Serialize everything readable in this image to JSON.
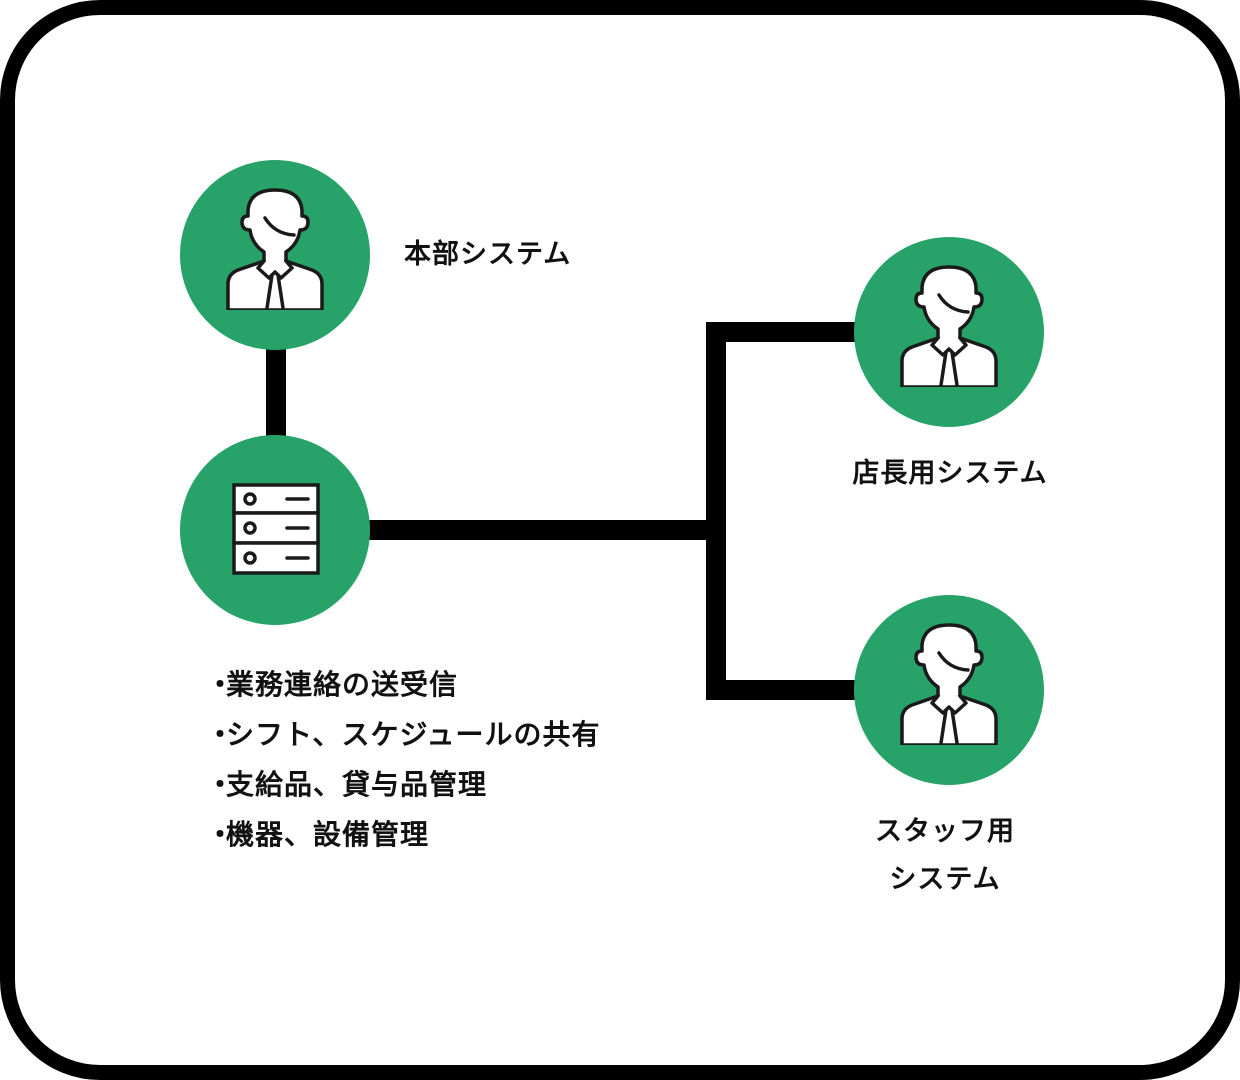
{
  "diagram": {
    "accent_color": "#27a369",
    "line_color": "#000000",
    "nodes": [
      {
        "id": "hq",
        "label": "本部システム",
        "icon": "person-icon"
      },
      {
        "id": "server",
        "label": "",
        "icon": "server-icon"
      },
      {
        "id": "manager",
        "label": "店長用システム",
        "icon": "person-icon"
      },
      {
        "id": "staff",
        "label_lines": [
          "スタッフ用",
          "システム"
        ],
        "icon": "person-icon"
      }
    ],
    "features": [
      {
        "bullet": "・",
        "text": "業務連絡の送受信"
      },
      {
        "bullet": "・",
        "text": "シフト、スケジュールの共有"
      },
      {
        "bullet": "・",
        "text": "支給品、貸与品管理"
      },
      {
        "bullet": "・",
        "text": "機器、設備管理"
      }
    ],
    "connections": [
      [
        "hq",
        "server"
      ],
      [
        "server",
        "manager"
      ],
      [
        "server",
        "staff"
      ]
    ]
  }
}
